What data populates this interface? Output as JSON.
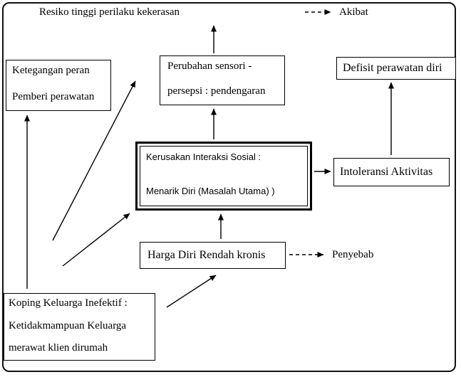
{
  "diagram": {
    "texts": {
      "resiko": "Resiko tinggi perilaku kekerasan",
      "akibat": "Akibat",
      "penyebab": "Penyebab"
    },
    "nodes": {
      "ketegangan": {
        "line1": "Ketegangan peran",
        "line2": "Pemberi perawatan"
      },
      "perubahan": {
        "line1": "Perubahan sensori -",
        "line2": "persepsi : pendengaran"
      },
      "defisit": {
        "text": "Defisit perawatan diri"
      },
      "kerusakan": {
        "line1": "Kerusakan Interaksi Sosial :",
        "line2": "Menarik Diri (Masalah Utama)  )"
      },
      "intoleransi": {
        "text": "Intoleransi Aktivitas"
      },
      "harga_diri": {
        "text": "Harga Diri Rendah kronis"
      },
      "koping": {
        "line1": "Koping Keluarga Inefektif :",
        "line2": "Ketidakmampuan  Keluarga",
        "line3": "merawat klien dirumah"
      }
    }
  }
}
